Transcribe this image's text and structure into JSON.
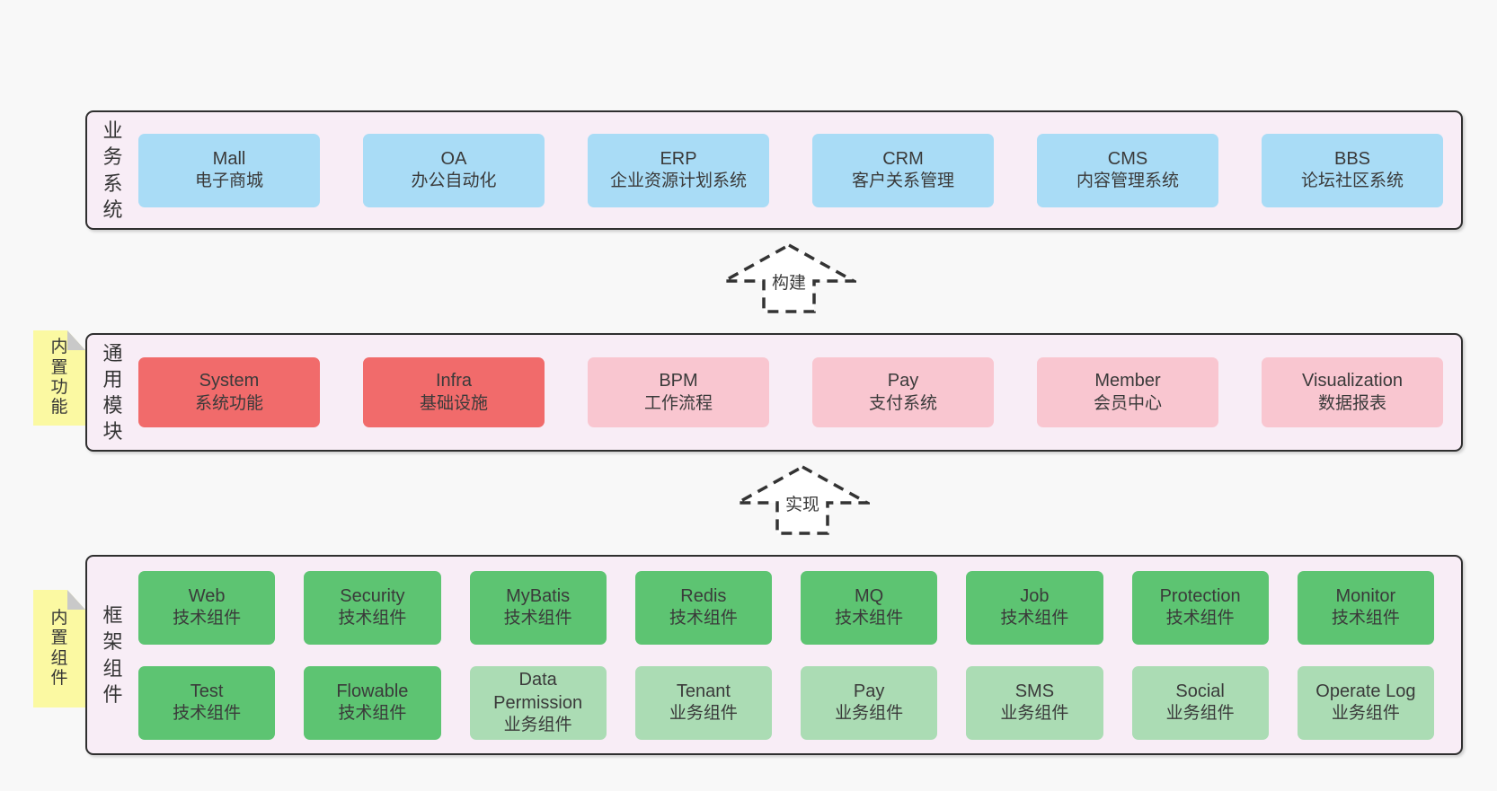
{
  "diagram": {
    "background": "#f8f8f8",
    "panel_background": "#f8edf6",
    "panel_border": "#2f2f2f",
    "text_color": "#3a3a3a",
    "note_background": "#fbf9a2",
    "note_fold_color": "#c9c9c9",
    "type_colors": {
      "blue": "#a9dcf6",
      "red": "#f16b6b",
      "pink": "#f9c6d0",
      "green": "#5dc472",
      "lightgreen": "#abdcb4"
    },
    "arrows": [
      {
        "label": "构建"
      },
      {
        "label": "实现"
      }
    ],
    "sections": [
      {
        "label": "业务系统",
        "note": "",
        "rows": [
          [
            {
              "en": "Mall",
              "cn": "电子商城",
              "type": "blue"
            },
            {
              "en": "OA",
              "cn": "办公自动化",
              "type": "blue"
            },
            {
              "en": "ERP",
              "cn": "企业资源计划系统",
              "type": "blue"
            },
            {
              "en": "CRM",
              "cn": "客户关系管理",
              "type": "blue"
            },
            {
              "en": "CMS",
              "cn": "内容管理系统",
              "type": "blue"
            },
            {
              "en": "BBS",
              "cn": "论坛社区系统",
              "type": "blue"
            }
          ]
        ]
      },
      {
        "label": "通用模块",
        "note": "内置功能",
        "rows": [
          [
            {
              "en": "System",
              "cn": "系统功能",
              "type": "red"
            },
            {
              "en": "Infra",
              "cn": "基础设施",
              "type": "red"
            },
            {
              "en": "BPM",
              "cn": "工作流程",
              "type": "pink"
            },
            {
              "en": "Pay",
              "cn": "支付系统",
              "type": "pink"
            },
            {
              "en": "Member",
              "cn": "会员中心",
              "type": "pink"
            },
            {
              "en": "Visualization",
              "cn": "数据报表",
              "type": "pink"
            }
          ]
        ]
      },
      {
        "label": "框架组件",
        "note": "内置组件",
        "rows": [
          [
            {
              "en": "Web",
              "cn": "技术组件",
              "type": "green"
            },
            {
              "en": "Security",
              "cn": "技术组件",
              "type": "green"
            },
            {
              "en": "MyBatis",
              "cn": "技术组件",
              "type": "green"
            },
            {
              "en": "Redis",
              "cn": "技术组件",
              "type": "green"
            },
            {
              "en": "MQ",
              "cn": "技术组件",
              "type": "green"
            },
            {
              "en": "Job",
              "cn": "技术组件",
              "type": "green"
            },
            {
              "en": "Protection",
              "cn": "技术组件",
              "type": "green"
            },
            {
              "en": "Monitor",
              "cn": "技术组件",
              "type": "green"
            }
          ],
          [
            {
              "en": "Test",
              "cn": "技术组件",
              "type": "green"
            },
            {
              "en": "Flowable",
              "cn": "技术组件",
              "type": "green"
            },
            {
              "en": "Data Permission",
              "cn": "业务组件",
              "type": "lightgreen"
            },
            {
              "en": "Tenant",
              "cn": "业务组件",
              "type": "lightgreen"
            },
            {
              "en": "Pay",
              "cn": "业务组件",
              "type": "lightgreen"
            },
            {
              "en": "SMS",
              "cn": "业务组件",
              "type": "lightgreen"
            },
            {
              "en": "Social",
              "cn": "业务组件",
              "type": "lightgreen"
            },
            {
              "en": "Operate Log",
              "cn": "业务组件",
              "type": "lightgreen"
            }
          ]
        ]
      }
    ]
  }
}
